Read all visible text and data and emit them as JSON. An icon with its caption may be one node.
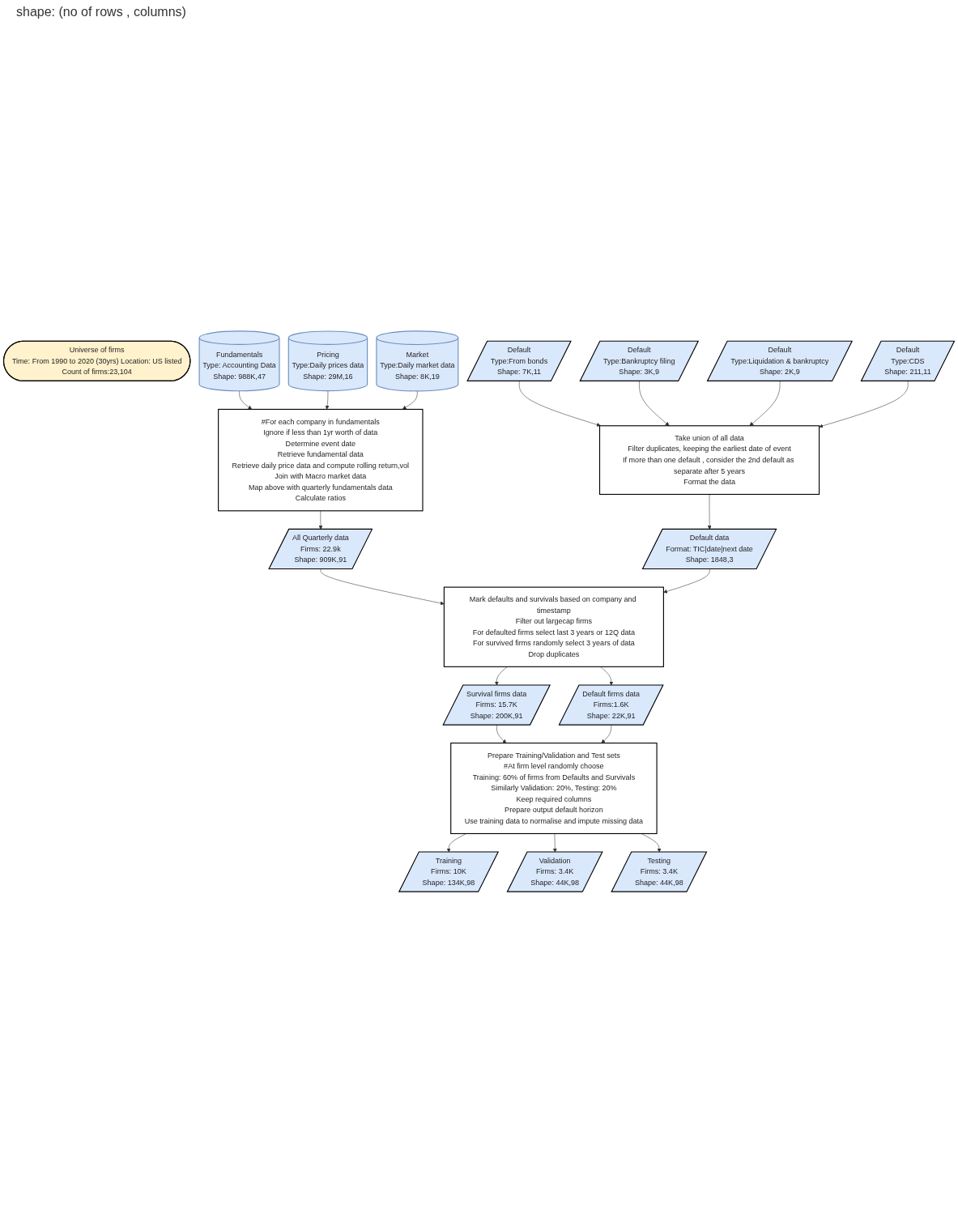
{
  "diagram": {
    "nodes": [
      {
        "text": [
          "Universe of firms",
          "Time: From 1990 to 2020 (30yrs)  Location: US listed",
          "Count of firms:23,104"
        ]
      },
      {
        "text": [
          "Fundamentals",
          "Type: Accounting Data",
          "Shape: 988K,47"
        ]
      },
      {
        "text": [
          "Pricing",
          "Type:Daily prices data",
          "Shape: 29M,16"
        ]
      },
      {
        "text": [
          "Market",
          "Type:Daily market data",
          "Shape: 8K,19"
        ]
      },
      {
        "text": [
          "Default",
          "Type:From bonds",
          "Shape: 7K,11"
        ]
      },
      {
        "text": [
          "Default",
          "Type:Bankruptcy filing",
          "Shape: 3K,9"
        ]
      },
      {
        "text": [
          "Default",
          "Type:Liquidation & bankruptcy",
          "Shape: 2K,9"
        ]
      },
      {
        "text": [
          "Default",
          "Type:CDS",
          "Shape: 211,11"
        ]
      },
      {
        "text": [
          "#For each company in fundamentals",
          "Ignore if less than 1yr worth of data",
          "Determine event date",
          "Retrieve fundamental data",
          "Retrieve daily price data and compute rolling return,vol",
          "Join with Macro market data",
          "Map above with quarterly fundamentals data",
          "Calculate ratios"
        ]
      },
      {
        "text": [
          "Take union of all data",
          "Filter duplicates, keeping the earliest date of event",
          "If more than one default , consider the 2nd default as separate after 5 years",
          "Format the data"
        ]
      },
      {
        "text": [
          "All Quarterly data",
          "Firms: 22.9k",
          "Shape: 909K,91"
        ]
      },
      {
        "text": [
          "Default data",
          "Format: TIC|date|next date",
          "Shape: 1848,3"
        ]
      },
      {
        "text": [
          "Mark defaults and survivals based on company and timestamp",
          "Filter out largecap firms",
          "For defaulted firms select last 3 years or 12Q data",
          "For survived firms randomly select 3 years of data",
          "Drop duplicates"
        ]
      },
      {
        "text": [
          "Survival firms data",
          "Firms: 15.7K",
          "Shape: 200K,91"
        ]
      },
      {
        "text": [
          "Default firms data",
          "Firms:1.6K",
          "Shape: 22K,91"
        ]
      },
      {
        "text": [
          "Prepare Training/Validation and Test sets",
          "#At firm level randomly choose",
          "Training: 60% of firms from Defaults and Survivals",
          "Similarly Validation: 20%, Testing: 20%",
          "Keep required columns",
          "Prepare output default horizon",
          "Use training data to normalise and impute missing data"
        ]
      },
      {
        "text": [
          "Training",
          "Firms: 10K",
          "Shape: 134K,98"
        ]
      },
      {
        "text": [
          "Validation",
          "Firms: 3.4K",
          "Shape: 44K,98"
        ]
      },
      {
        "text": [
          "Testing",
          "Firms: 3.4K",
          "Shape: 44K,98"
        ]
      }
    ],
    "edges": [
      {
        "from": 1,
        "to": 8,
        "arrow": "to"
      },
      {
        "from": 2,
        "to": 8,
        "arrow": "to"
      },
      {
        "from": 3,
        "to": 8,
        "arrow": "to"
      },
      {
        "from": 4,
        "to": 9,
        "arrow": "to"
      },
      {
        "from": 5,
        "to": 9,
        "arrow": "to"
      },
      {
        "from": 6,
        "to": 9,
        "arrow": "to"
      },
      {
        "from": 7,
        "to": 9,
        "arrow": "to"
      },
      {
        "from": 8,
        "to": 10,
        "arrow": "to"
      },
      {
        "from": 9,
        "to": 11,
        "arrow": "to"
      },
      {
        "from": 10,
        "to": 12,
        "arrow": "to"
      },
      {
        "from": 11,
        "to": 12,
        "arrow": "to"
      },
      {
        "from": 12,
        "to": 13,
        "arrow": "to"
      },
      {
        "from": 12,
        "to": 14,
        "arrow": "to"
      },
      {
        "from": 13,
        "to": 15,
        "arrow": "to"
      },
      {
        "from": 14,
        "to": 15,
        "arrow": "to"
      },
      {
        "from": 15,
        "to": 16,
        "arrow": "to"
      },
      {
        "from": 15,
        "to": 17,
        "arrow": "to"
      },
      {
        "from": 15,
        "to": 18,
        "arrow": "to"
      }
    ],
    "labels": [
      "shape: (no of rows , columns)"
    ]
  }
}
